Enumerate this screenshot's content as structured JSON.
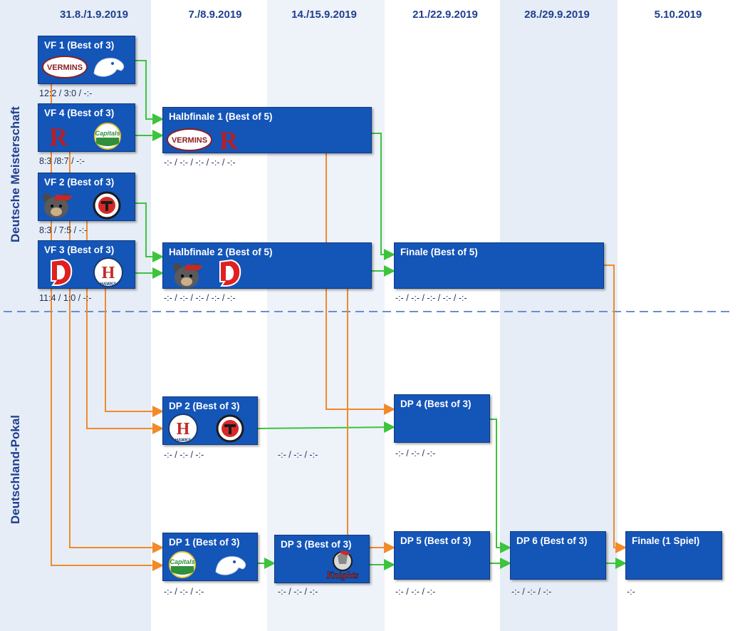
{
  "colors": {
    "box": "#1455b8",
    "date": "#1f3f8f",
    "shade": "#e8eef7",
    "orange": "#f28a2a",
    "green": "#3cc43c",
    "divider": "#6a8fd0"
  },
  "dates": [
    "31.8./1.9.2019",
    "7./8.9.2019",
    "14./15.9.2019",
    "21./22.9.2019",
    "28./29.9.2019",
    "5.10.2019"
  ],
  "sections": {
    "top": "Deutsche Meisterschaft",
    "bottom": "Deutschland-Pokal"
  },
  "boxes": {
    "vf1": {
      "title": "VF 1 (Best of 3)",
      "score": "12:2 / 3:0 / -:-",
      "logos": [
        "vermins-logo",
        "panther-logo"
      ]
    },
    "vf4": {
      "title": "VF 4  (Best of 3)",
      "score": "8:3 /8:7 / -:-",
      "logos": [
        "r-logo",
        "capitals-logo"
      ]
    },
    "vf2": {
      "title": "VF 2 (Best of 3)",
      "score": "8:3 / 7:5 / -:-",
      "logos": [
        "bear-logo",
        "t-logo"
      ]
    },
    "vf3": {
      "title": "VF 3 (Best of 3)",
      "score": "11:4 / 1:0 / -:-",
      "logos": [
        "d-logo",
        "hawks-logo"
      ]
    },
    "hf1": {
      "title": "Halbfinale 1 (Best of 5)",
      "score": "-:- / -:- / -:- / -:- / -:-",
      "logos": [
        "vermins-logo",
        "r-logo"
      ]
    },
    "hf2": {
      "title": "Halbfinale 2 (Best of 5)",
      "score": "-:- / -:- / -:- / -:- / -:-",
      "logos": [
        "bear-logo",
        "d-logo"
      ]
    },
    "finale": {
      "title": "Finale (Best of 5)",
      "score": "-:- / -:- / -:- / -:- / -:-",
      "logos": []
    },
    "dp2": {
      "title": "DP 2 (Best of 3)",
      "score": "-:- / -:- / -:-",
      "logos": [
        "hawks-logo",
        "t-logo"
      ]
    },
    "dp4": {
      "title": "DP 4 (Best of 3)",
      "score": "-:- / -:- / -:-",
      "logos": []
    },
    "dp1": {
      "title": "DP 1 (Best of 3)",
      "score": "-:- / -:- / -:-",
      "logos": [
        "capitals-logo",
        "panther-logo"
      ]
    },
    "dp3": {
      "title": "DP 3 (Best of 3)",
      "score": "-:- / -:- / -:-",
      "logos": [
        "knights-logo"
      ]
    },
    "dp5": {
      "title": "DP 5 (Best of 3)",
      "score": "-:- / -:- / -:-",
      "logos": []
    },
    "dp6": {
      "title": "DP 6 (Best of 3)",
      "score": "-:- / -:- / -:-",
      "logos": []
    },
    "pokalfinale": {
      "title": "Finale (1 Spiel)",
      "score": "-:-",
      "logos": []
    }
  },
  "extra_score": "-:- / -:- / -:-",
  "logo_texts": {
    "vermins": "VERMINS",
    "capitals": "Capitals",
    "hawks": "HAWKS",
    "knights": "Knights"
  }
}
